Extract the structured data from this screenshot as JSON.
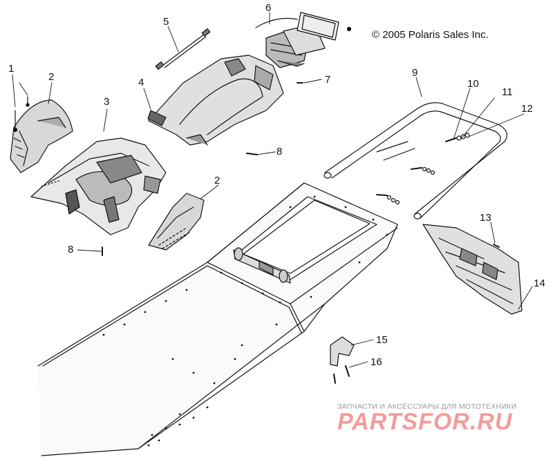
{
  "copyright": "© 2005 Polaris Sales Inc.",
  "watermark": {
    "caption": "ЗАПЧАСТИ И АКСЕССУАРЫ ДЛЯ МОТОТЕХНИКИ",
    "logo": "PARTSFOR.RU"
  },
  "callouts": [
    "1",
    "2",
    "3",
    "4",
    "5",
    "6",
    "7",
    "8",
    "9",
    "10",
    "11",
    "12",
    "13",
    "14",
    "15",
    "16",
    "2",
    "8"
  ],
  "colors": {
    "line": "#111111",
    "watermark_red": "#f29c9c",
    "watermark_gray": "#9a9a9a"
  }
}
